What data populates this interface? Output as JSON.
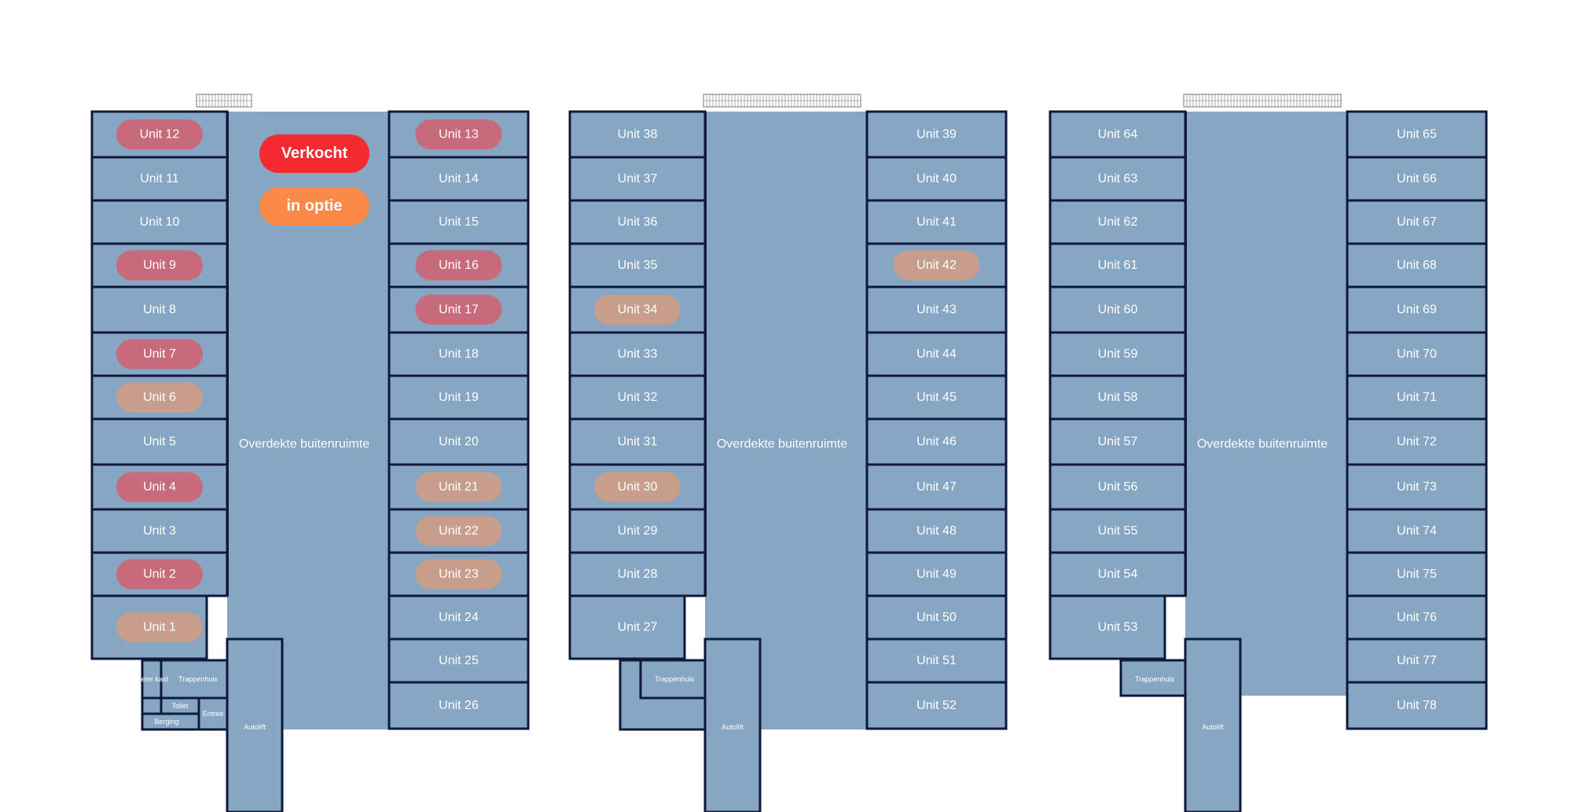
{
  "legend": {
    "sold_label": "Verkocht",
    "option_label": "in optie"
  },
  "colors": {
    "floor": "#86a6c3",
    "wall": "#0f1a3a",
    "sold_pill": "#c76b7a",
    "option_pill": "#c79e8c",
    "sold_legend": "#f42a2f",
    "option_legend": "#fb8a48"
  },
  "buildings": [
    {
      "outdoor_label": "Overdekte buitenruimte",
      "lift_label": "Autolift",
      "stair_label": "Trappenhuis",
      "extra_rooms": [
        "Toilet",
        "Entree",
        "Berging",
        "Meter kast"
      ],
      "left_units": [
        {
          "label": "Unit 12",
          "status": "sold"
        },
        {
          "label": "Unit 11",
          "status": "available"
        },
        {
          "label": "Unit 10",
          "status": "available"
        },
        {
          "label": "Unit 9",
          "status": "sold"
        },
        {
          "label": "Unit 8",
          "status": "available"
        },
        {
          "label": "Unit 7",
          "status": "sold"
        },
        {
          "label": "Unit 6",
          "status": "option"
        },
        {
          "label": "Unit 5",
          "status": "available"
        },
        {
          "label": "Unit 4",
          "status": "sold"
        },
        {
          "label": "Unit 3",
          "status": "available"
        },
        {
          "label": "Unit 2",
          "status": "sold"
        },
        {
          "label": "Unit 1",
          "status": "option"
        }
      ],
      "right_units": [
        {
          "label": "Unit 13",
          "status": "sold"
        },
        {
          "label": "Unit 14",
          "status": "available"
        },
        {
          "label": "Unit 15",
          "status": "available"
        },
        {
          "label": "Unit 16",
          "status": "sold"
        },
        {
          "label": "Unit 17",
          "status": "sold"
        },
        {
          "label": "Unit 18",
          "status": "available"
        },
        {
          "label": "Unit 19",
          "status": "available"
        },
        {
          "label": "Unit 20",
          "status": "available"
        },
        {
          "label": "Unit 21",
          "status": "option"
        },
        {
          "label": "Unit 22",
          "status": "option"
        },
        {
          "label": "Unit 23",
          "status": "option"
        },
        {
          "label": "Unit 24",
          "status": "available"
        },
        {
          "label": "Unit 25",
          "status": "available"
        },
        {
          "label": "Unit 26",
          "status": "available"
        }
      ]
    },
    {
      "outdoor_label": "Overdekte buitenruimte",
      "lift_label": "Autolift",
      "stair_label": "Trappenhuis",
      "left_units": [
        {
          "label": "Unit 38",
          "status": "available"
        },
        {
          "label": "Unit 37",
          "status": "available"
        },
        {
          "label": "Unit 36",
          "status": "available"
        },
        {
          "label": "Unit 35",
          "status": "available"
        },
        {
          "label": "Unit 34",
          "status": "option"
        },
        {
          "label": "Unit 33",
          "status": "available"
        },
        {
          "label": "Unit 32",
          "status": "available"
        },
        {
          "label": "Unit 31",
          "status": "available"
        },
        {
          "label": "Unit 30",
          "status": "option"
        },
        {
          "label": "Unit 29",
          "status": "available"
        },
        {
          "label": "Unit 28",
          "status": "available"
        },
        {
          "label": "Unit 27",
          "status": "available"
        }
      ],
      "right_units": [
        {
          "label": "Unit 39",
          "status": "available"
        },
        {
          "label": "Unit 40",
          "status": "available"
        },
        {
          "label": "Unit 41",
          "status": "available"
        },
        {
          "label": "Unit 42",
          "status": "option"
        },
        {
          "label": "Unit 43",
          "status": "available"
        },
        {
          "label": "Unit 44",
          "status": "available"
        },
        {
          "label": "Unit 45",
          "status": "available"
        },
        {
          "label": "Unit 46",
          "status": "available"
        },
        {
          "label": "Unit 47",
          "status": "available"
        },
        {
          "label": "Unit 48",
          "status": "available"
        },
        {
          "label": "Unit 49",
          "status": "available"
        },
        {
          "label": "Unit 50",
          "status": "available"
        },
        {
          "label": "Unit 51",
          "status": "available"
        },
        {
          "label": "Unit 52",
          "status": "available"
        }
      ]
    },
    {
      "outdoor_label": "Overdekte buitenruimte",
      "lift_label": "Autolift",
      "stair_label": "Trappenhuis",
      "left_units": [
        {
          "label": "Unit 64",
          "status": "available"
        },
        {
          "label": "Unit 63",
          "status": "available"
        },
        {
          "label": "Unit 62",
          "status": "available"
        },
        {
          "label": "Unit 61",
          "status": "available"
        },
        {
          "label": "Unit 60",
          "status": "available"
        },
        {
          "label": "Unit 59",
          "status": "available"
        },
        {
          "label": "Unit 58",
          "status": "available"
        },
        {
          "label": "Unit 57",
          "status": "available"
        },
        {
          "label": "Unit 56",
          "status": "available"
        },
        {
          "label": "Unit 55",
          "status": "available"
        },
        {
          "label": "Unit 54",
          "status": "available"
        },
        {
          "label": "Unit 53",
          "status": "available"
        }
      ],
      "right_units": [
        {
          "label": "Unit 65",
          "status": "available"
        },
        {
          "label": "Unit 66",
          "status": "available"
        },
        {
          "label": "Unit 67",
          "status": "available"
        },
        {
          "label": "Unit 68",
          "status": "available"
        },
        {
          "label": "Unit 69",
          "status": "available"
        },
        {
          "label": "Unit 70",
          "status": "available"
        },
        {
          "label": "Unit 71",
          "status": "available"
        },
        {
          "label": "Unit 72",
          "status": "available"
        },
        {
          "label": "Unit 73",
          "status": "available"
        },
        {
          "label": "Unit 74",
          "status": "available"
        },
        {
          "label": "Unit 75",
          "status": "available"
        },
        {
          "label": "Unit 76",
          "status": "available"
        },
        {
          "label": "Unit 77",
          "status": "available"
        },
        {
          "label": "Unit 78",
          "status": "available"
        }
      ]
    }
  ]
}
